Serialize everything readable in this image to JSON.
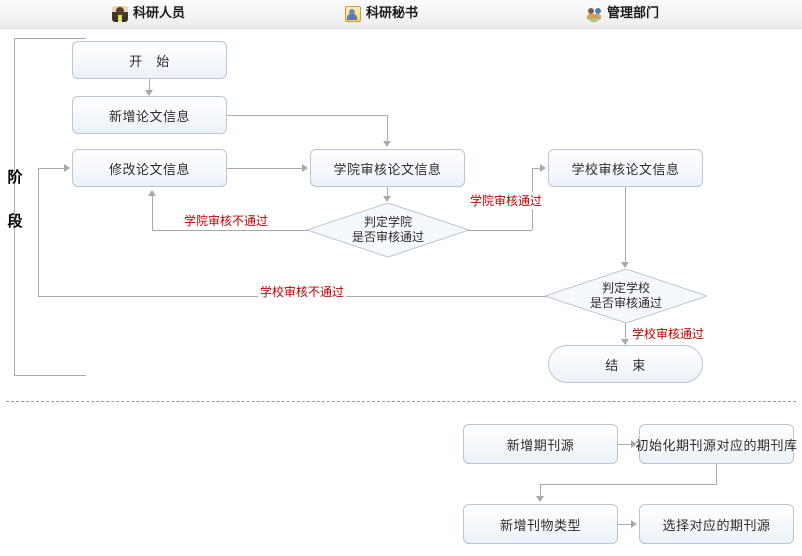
{
  "header": {
    "roles": [
      {
        "label": "科研人员",
        "icon": "researcher-icon"
      },
      {
        "label": "科研秘书",
        "icon": "secretary-icon"
      },
      {
        "label": "管理部门",
        "icon": "department-icon"
      }
    ]
  },
  "stage": {
    "label_chars": [
      "阶",
      "段"
    ],
    "label": "阶段"
  },
  "flow": {
    "nodes": {
      "start": "开　始",
      "add_paper": "新增论文信息",
      "edit_paper": "修改论文信息",
      "college_review": "学院审核论文信息",
      "school_review": "学校审核论文信息",
      "end": "结　束"
    },
    "decisions": {
      "college": {
        "line1": "判定学院",
        "line2": "是否审核通过"
      },
      "school": {
        "line1": "判定学校",
        "line2": "是否审核通过"
      }
    },
    "edge_labels": {
      "college_reject": "学院审核不通过",
      "college_pass": "学院审核通过",
      "school_reject": "学校审核不通过",
      "school_pass": "学校审核通过"
    }
  },
  "journal_flow": {
    "nodes": {
      "add_source": "新增期刊源",
      "init_library": "初始化期刊源对应的期刊库",
      "add_type": "新增刊物类型",
      "select_source": "选择对应的期刊源"
    }
  },
  "colors": {
    "edge_label": "#c00000",
    "node_border": "#b9c6d6",
    "connector": "#a9a9a9",
    "header_bg": "#f4f4f4"
  }
}
